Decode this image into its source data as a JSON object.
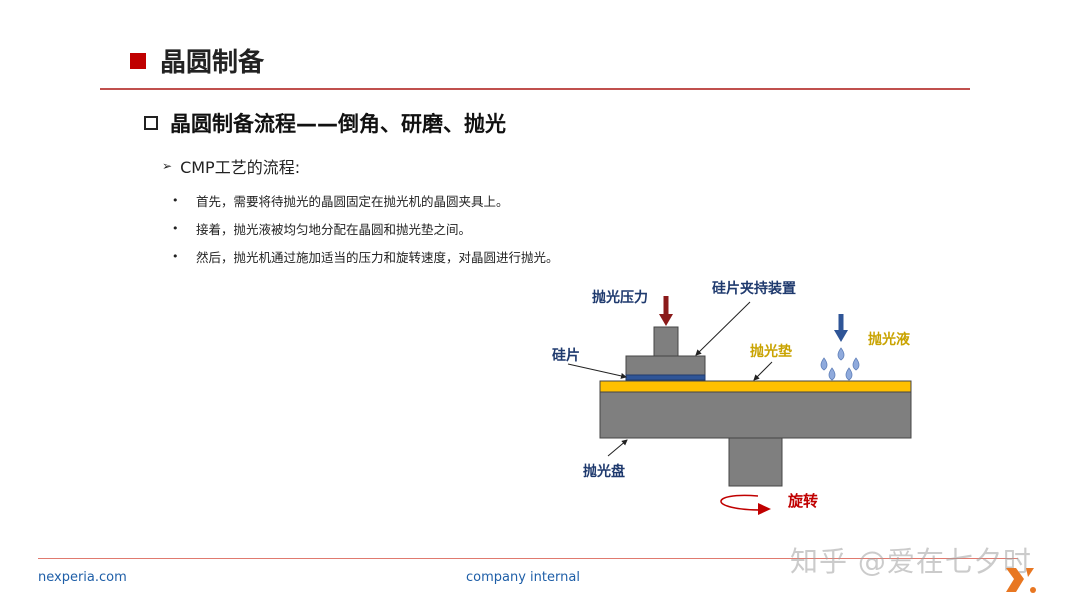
{
  "title": "晶圆制备",
  "subtitle": "晶圆制备流程——倒角、研磨、抛光",
  "section_heading": "CMP工艺的流程:",
  "bullets": [
    "首先，需要将待抛光的晶圆固定在抛光机的晶圆夹具上。",
    "接着，抛光液被均匀地分配在晶圆和抛光垫之间。",
    "然后，抛光机通过施加适当的压力和旋转速度，对晶圆进行抛光。"
  ],
  "diagram": {
    "labels": {
      "pressure": "抛光压力",
      "holder": "硅片夹持装置",
      "wafer": "硅片",
      "pad": "抛光垫",
      "slurry": "抛光液",
      "platen": "抛光盘",
      "rotation": "旋转"
    },
    "colors": {
      "label_blue": "#1f3a6e",
      "label_gold": "#c9a300",
      "rotation_red": "#c00000",
      "pad_yellow": "#ffc000",
      "wafer_blue": "#2f5597",
      "body_gray": "#7f7f7f",
      "pressure_arrow": "#8b1a1a",
      "slurry_arrow": "#2f5597",
      "drops": "#8faadc"
    }
  },
  "footer": {
    "left": "nexperia.com",
    "center": "company internal",
    "watermark": "知乎 @爱在七夕时"
  },
  "colors": {
    "accent_red": "#c00000",
    "footer_blue": "#1f5fa8"
  }
}
